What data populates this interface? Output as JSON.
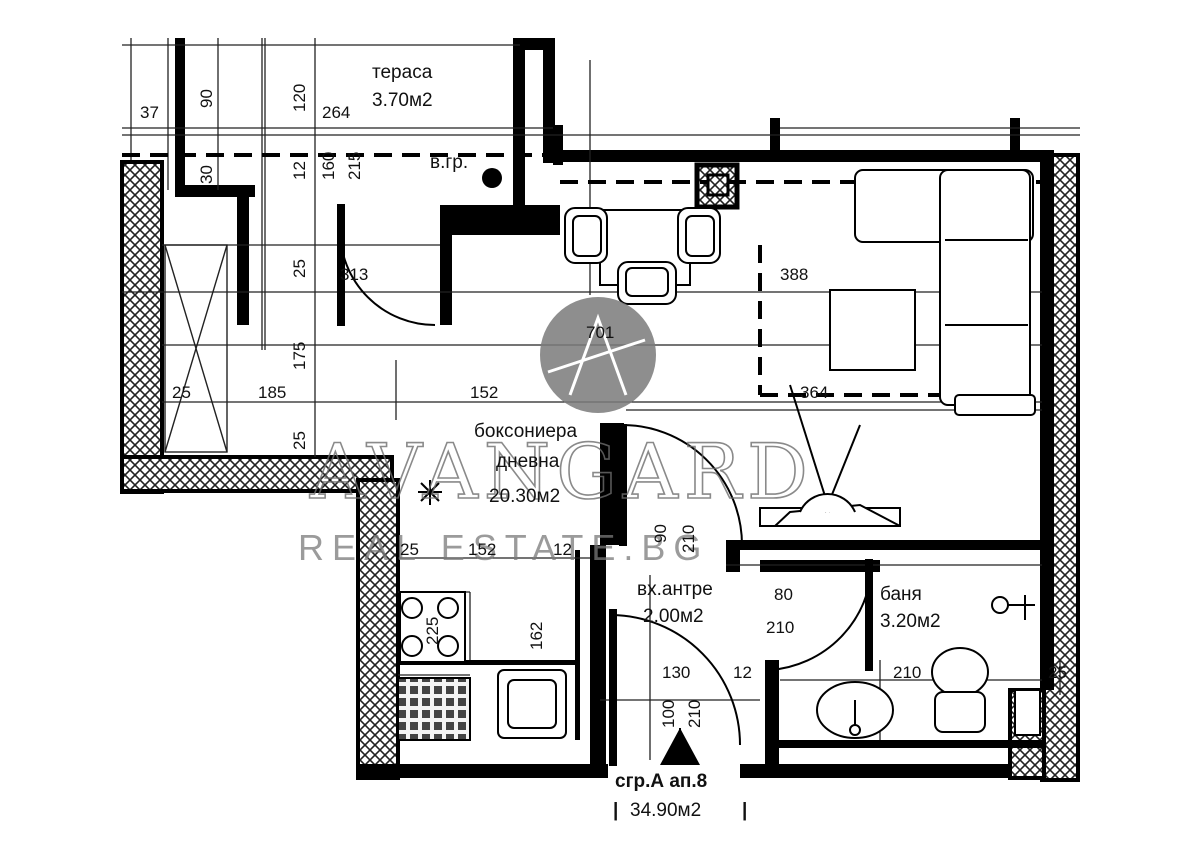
{
  "rooms": {
    "terrace": {
      "name": "тераса",
      "area": "3.70м2"
    },
    "living": {
      "name_line1": "боксониера",
      "name_line2": "дневна",
      "area": "20.30м2"
    },
    "entrance": {
      "name": "вх.антре",
      "area": "2.00м2"
    },
    "bathroom": {
      "name": "баня",
      "area": "3.20м2"
    }
  },
  "apartment": {
    "label": "сгр.А ап.8",
    "area": "34.90м2",
    "bar_left": "|",
    "bar_right": "|"
  },
  "notes": {
    "v_gr": "в.гр."
  },
  "dims": {
    "d37": "37",
    "d90a": "90",
    "d120": "120",
    "d264": "264",
    "d30": "30",
    "d12a": "12",
    "d160": "160",
    "d215": "215",
    "d25a": "25",
    "d313": "313",
    "d175": "175",
    "d25b": "25",
    "d185": "185",
    "d152a": "152",
    "d25c": "25",
    "d701": "701",
    "d388": "388",
    "d364": "364",
    "d90b": "90",
    "d210a": "210",
    "d25d": "25",
    "d152b": "152",
    "d12b": "12",
    "d225": "225",
    "d162": "162",
    "d80": "80",
    "d210b": "210",
    "d130": "130",
    "d12c": "12",
    "d210c": "210",
    "d25e": "25",
    "d100": "100",
    "d210d": "210"
  },
  "watermark": {
    "brand": "AVANGARD",
    "sub": "REAL ESTATE.BG"
  }
}
